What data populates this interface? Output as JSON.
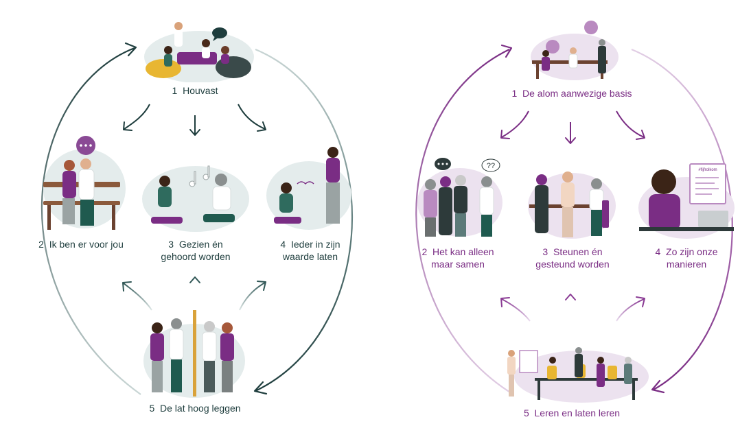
{
  "colors": {
    "teal_dark": "#1e3d3d",
    "teal_light": "#b7c9c8",
    "purple": "#7a2d84",
    "purple_light": "#d9bfdc",
    "blob_teal": "#e4ecec",
    "blob_purple": "#ece2ef"
  },
  "left_cycle": {
    "nodes": [
      {
        "number": "1",
        "label": "Houvast"
      },
      {
        "number": "2",
        "label": "Ik ben er voor jou"
      },
      {
        "number": "3",
        "line1": "Gezien én",
        "line2": "gehoord worden"
      },
      {
        "number": "4",
        "line1": "Ieder in zijn",
        "line2": "waarde laten"
      },
      {
        "number": "5",
        "label": "De lat hoog leggen"
      }
    ]
  },
  "right_cycle": {
    "nodes": [
      {
        "number": "1",
        "label": "De alom aanwezige basis"
      },
      {
        "number": "2",
        "line1": "Het kan alleen",
        "line2": "maar samen"
      },
      {
        "number": "3",
        "line1": "Steunen én",
        "line2": "gesteund worden"
      },
      {
        "number": "4",
        "line1": "Zo zijn onze",
        "line2": "manieren"
      },
      {
        "number": "5",
        "label": "Leren en laten leren"
      }
    ],
    "whiteboard_text": "#fijfrolkom"
  },
  "icons": [
    "speech-bubble-icon",
    "question-marks-icon",
    "music-notes-icon"
  ]
}
